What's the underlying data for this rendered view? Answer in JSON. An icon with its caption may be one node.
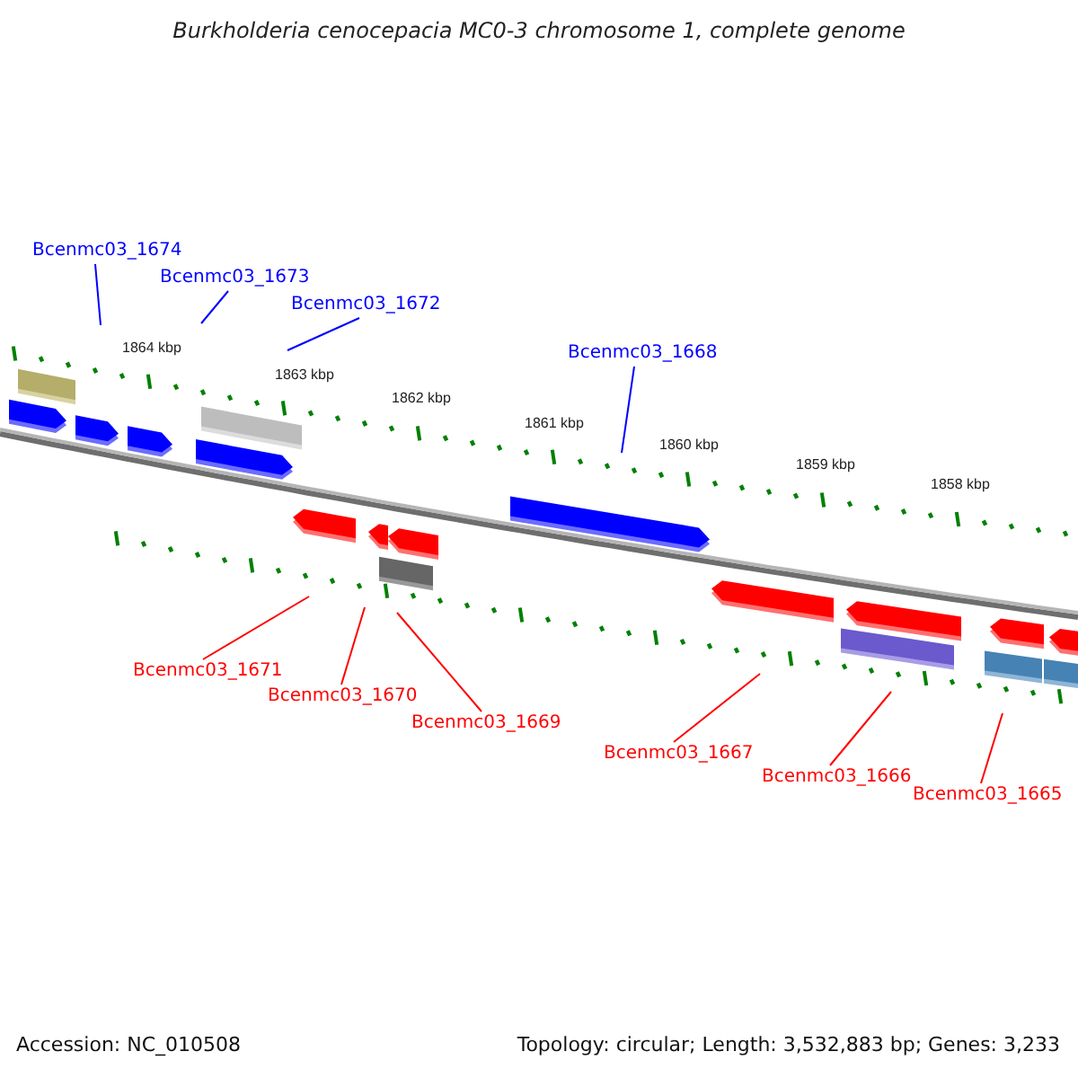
{
  "diagram": {
    "title": "Burkholderia cenocepacia MC0-3 chromosome 1, complete genome",
    "nodes": [
      {
        "text": [
          "Bcenmc03_1674"
        ]
      },
      {
        "text": [
          "Bcenmc03_1673"
        ]
      },
      {
        "text": [
          "Bcenmc03_1672"
        ]
      },
      {
        "text": [
          "Bcenmc03_1668"
        ]
      },
      {
        "text": [
          "Bcenmc03_1671"
        ]
      },
      {
        "text": [
          "Bcenmc03_1670"
        ]
      },
      {
        "text": [
          "Bcenmc03_1669"
        ]
      },
      {
        "text": [
          "Bcenmc03_1667"
        ]
      },
      {
        "text": [
          "Bcenmc03_1666"
        ]
      },
      {
        "text": [
          "Bcenmc03_1665"
        ]
      }
    ],
    "edges": [
      {
        "from": 0,
        "to": null,
        "arrow": "none",
        "color": "#0000ff"
      },
      {
        "from": 1,
        "to": null,
        "arrow": "none",
        "color": "#0000ff"
      },
      {
        "from": 2,
        "to": null,
        "arrow": "none",
        "color": "#0000ff"
      },
      {
        "from": 3,
        "to": null,
        "arrow": "none",
        "color": "#0000ff"
      },
      {
        "from": 4,
        "to": null,
        "arrow": "none"
      },
      {
        "from": 5,
        "to": null,
        "arrow": "none"
      },
      {
        "from": 6,
        "to": null,
        "arrow": "none"
      },
      {
        "from": 7,
        "to": null,
        "arrow": "none"
      },
      {
        "from": 8,
        "to": null,
        "arrow": "none"
      },
      {
        "from": 9,
        "to": null,
        "arrow": "none"
      }
    ],
    "labels": [
      "1864 kbp",
      "1863 kbp",
      "1862 kbp",
      "1861 kbp",
      "1860 kbp",
      "1859 kbp",
      "1858 kbp",
      "Accession: NC_010508",
      "Topology: circular; Length: 3,532,883 bp; Genes: 3,233"
    ]
  }
}
